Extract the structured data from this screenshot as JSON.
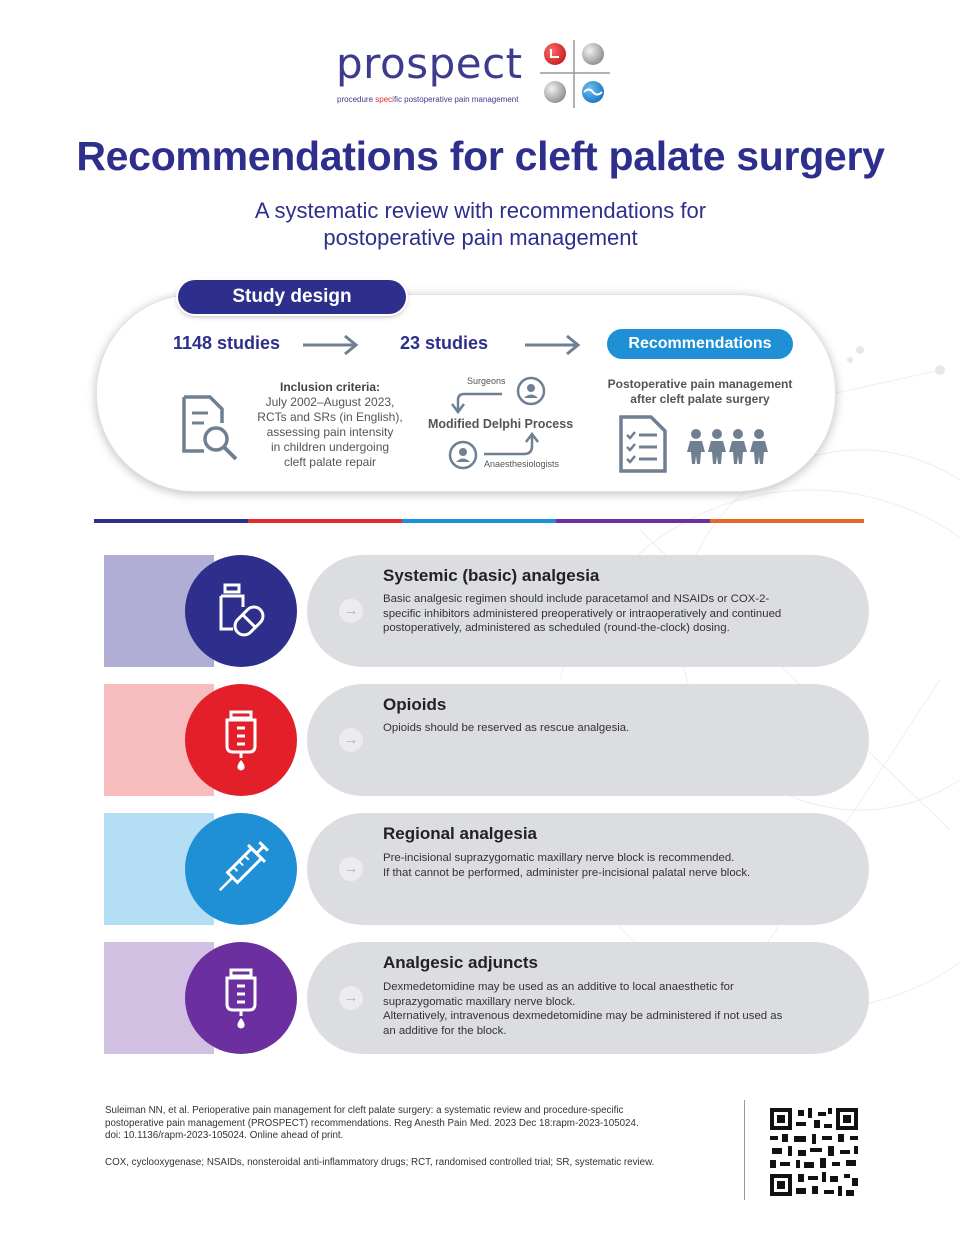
{
  "logo": {
    "word": "prospect",
    "tagline_pre": "procedure ",
    "tagline_red": "speci",
    "tagline_post": "fic postoperative pain management"
  },
  "title": "Recommendations for cleft palate surgery",
  "subtitle_line1": "A systematic review with recommendations for",
  "subtitle_line2": "postoperative pain management",
  "study_design": {
    "tag": "Study design",
    "count1": "1148 studies",
    "count2": "23 studies",
    "recommendations_label": "Recommendations",
    "inclusion_heading": "Inclusion criteria:",
    "inclusion_lines": [
      "July 2002–August 2023,",
      "RCTs and SRs (in English),",
      "assessing pain intensity",
      "in children undergoing",
      "cleft palate repair"
    ],
    "surgeons": "Surgeons",
    "delphi": "Modified Delphi Process",
    "anaesthesiologists": "Anaesthesiologists",
    "reco_line1": "Postoperative pain management",
    "reco_line2": "after cleft palate surgery"
  },
  "colors": {
    "navy": "#2e2f8c",
    "red": "#e32b2b",
    "blue": "#1f8fd6",
    "purple": "#6b2fa0",
    "orange": "#e8662a"
  },
  "categories": [
    {
      "title": "Systemic (basic) analgesia",
      "text": [
        "Basic analgesic regimen should include paracetamol and NSAIDs or COX-2-",
        "specific inhibitors administered preoperatively or intraoperatively and continued",
        "postoperatively, administered as scheduled (round-the-clock) dosing."
      ],
      "icon": "pill-bottle-icon",
      "color": "#2e2f8c",
      "band": "#b1aed6"
    },
    {
      "title": "Opioids",
      "text": [
        "Opioids should be reserved as rescue analgesia."
      ],
      "icon": "iv-bag-icon",
      "color": "#e3202a",
      "band": "#f7bcbd"
    },
    {
      "title": "Regional analgesia",
      "text": [
        "Pre-incisional suprazygomatic maxillary nerve block is recommended.",
        "If that cannot be performed, administer pre-incisional palatal nerve block."
      ],
      "icon": "syringe-icon",
      "color": "#1f8fd6",
      "band": "#b3def4"
    },
    {
      "title": "Analgesic adjuncts",
      "text": [
        "Dexmedetomidine may be used as an additive to local anaesthetic for",
        "suprazygomatic maxillary nerve block.",
        "Alternatively, intravenous dexmedetomidine may be administered if not used as",
        "an additive for the block."
      ],
      "icon": "iv-bag-icon",
      "color": "#6b2fa0",
      "band": "#d1c0e2"
    }
  ],
  "reference": [
    "Suleiman NN, et al. Perioperative pain management for cleft palate surgery: a systematic review and procedure-specific",
    "postoperative pain management (PROSPECT) recommendations. Reg Anesth Pain Med. 2023 Dec 18:rapm-2023-105024.",
    "doi: 10.1136/rapm-2023-105024. Online ahead of print."
  ],
  "abbreviations": "COX, cyclooxygenase; NSAIDs, nonsteroidal anti-inflammatory drugs; RCT, randomised controlled trial; SR, systematic review."
}
